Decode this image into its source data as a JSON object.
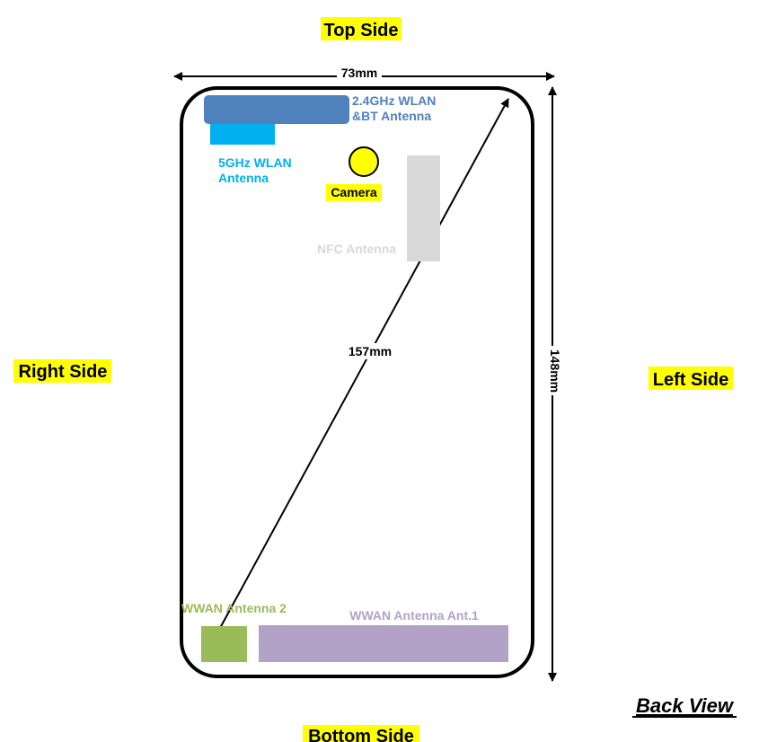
{
  "sides": {
    "top": "Top Side",
    "bottom": "Bottom Side",
    "right": "Right Side",
    "left": "Left Side"
  },
  "view": "Back View",
  "dimensions": {
    "width": "73mm",
    "height": "148mm",
    "diagonal": "157mm"
  },
  "components": {
    "wlan_bt": {
      "line1": "2.4GHz WLAN",
      "line2": "&BT Antenna",
      "color": "#4f81bd"
    },
    "wlan5": {
      "line1": "5GHz WLAN",
      "line2": "Antenna",
      "color": "#00b0f0"
    },
    "camera": {
      "label": "Camera",
      "color": "#ffff00"
    },
    "nfc": {
      "label": "NFC Antenna",
      "color": "#d9d9d9"
    },
    "wwan2": {
      "label": "WWAN Antenna 2",
      "color": "#9bbb59"
    },
    "wwan1": {
      "label": "WWAN Antenna Ant.1",
      "color": "#b3a2c7"
    }
  },
  "colors": {
    "highlight": "#ffff00",
    "outline": "#000000"
  }
}
